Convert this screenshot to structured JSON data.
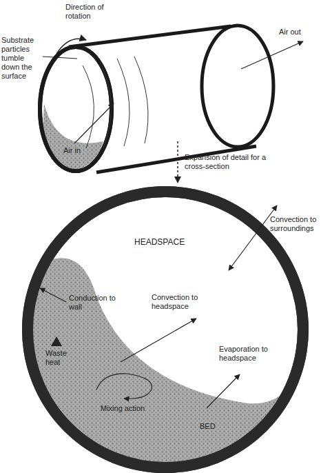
{
  "diagram": {
    "labels": [
      "Direction of rotation",
      "Substrate particles tumble down the surface",
      "Air out",
      "Air in",
      "Expansion of detail for a cross-section",
      "HEADSPACE",
      "Convection to surroundings",
      "Conduction to wall",
      "Convection to headspace",
      "Waste heat",
      "Evaporation to headspace",
      "Mixing action",
      "BED"
    ]
  }
}
